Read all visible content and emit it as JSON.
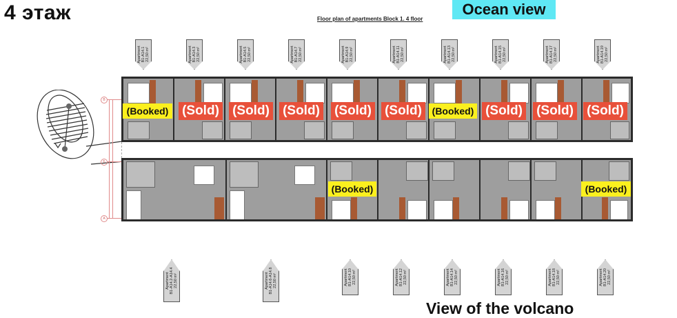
{
  "header": {
    "floor_label": "4 этаж",
    "plan_title": "Floor plan of apartments Block 1. 4 floor",
    "top_view_label": "Ocean view",
    "bottom_view_label": "View of the volcano"
  },
  "colors": {
    "ocean_view_bg": "#5fe8f4",
    "sold_badge": "#e8503a",
    "booked_badge": "#fbf01e",
    "floor_gray": "#9e9e9e",
    "wood": "#a85a33",
    "dimension_red": "#e08a8a"
  },
  "axes": [
    "В",
    "Б",
    "А"
  ],
  "top_tags": [
    {
      "line1": "Apartment",
      "line2": "B1-A14.1",
      "area": "22,50 m²"
    },
    {
      "line1": "Apartment",
      "line2": "B1-A14.3",
      "area": "22,50 m²"
    },
    {
      "line1": "Apartment",
      "line2": "B1-A14.5",
      "area": "22,50 m²"
    },
    {
      "line1": "Apartment",
      "line2": "B1-A14.7",
      "area": "22,50 m²"
    },
    {
      "line1": "Apartment",
      "line2": "B1-A14.9",
      "area": "22,50 m²"
    },
    {
      "line1": "Apartment",
      "line2": "B1-A14.11",
      "area": "22,50 m²"
    },
    {
      "line1": "Apartment",
      "line2": "B1-A14.13",
      "area": "22,50 m²"
    },
    {
      "line1": "Apartment",
      "line2": "B1-A14.15",
      "area": "22,50 m²"
    },
    {
      "line1": "Apartment",
      "line2": "B1-A14.17",
      "area": "22,50 m²"
    },
    {
      "line1": "Apartment",
      "line2": "B1-A14.19",
      "area": "22,50 m²"
    }
  ],
  "bottom_tags": [
    {
      "line1": "Apartment",
      "line2": "B1-A14.2-A14.4",
      "area": "22,50 m²"
    },
    {
      "line1": "Apartment",
      "line2": "B1-A14.6-A14.8",
      "area": "22,50 m²"
    },
    {
      "line1": "Apartment",
      "line2": "B1-A14.10",
      "area": "22,50 m²"
    },
    {
      "line1": "Apartment",
      "line2": "B1-A14.12",
      "area": "22,50 m²"
    },
    {
      "line1": "Apartment",
      "line2": "B1-A14.14",
      "area": "22,50 m²"
    },
    {
      "line1": "Apartment",
      "line2": "B1-A14.16",
      "area": "22,50 m²"
    },
    {
      "line1": "Apartment",
      "line2": "B1-A14.18",
      "area": "22,50 m²"
    },
    {
      "line1": "Apartment",
      "line2": "B1-A14.20",
      "area": "22,50 m²"
    }
  ],
  "top_units": [
    {
      "id": "B1-A14.1",
      "status": "(Booked)"
    },
    {
      "id": "B1-A14.3",
      "status": "(Sold)"
    },
    {
      "id": "B1-A14.5",
      "status": "(Sold)"
    },
    {
      "id": "B1-A14.7",
      "status": "(Sold)"
    },
    {
      "id": "B1-A14.9",
      "status": "(Sold)"
    },
    {
      "id": "B1-A14.11",
      "status": "(Sold)"
    },
    {
      "id": "B1-A14.13",
      "status": "(Booked)"
    },
    {
      "id": "B1-A14.15",
      "status": "(Sold)"
    },
    {
      "id": "B1-A14.17",
      "status": "(Sold)"
    },
    {
      "id": "B1-A14.19",
      "status": "(Sold)"
    }
  ],
  "bottom_units": [
    {
      "id": "B1-A14.2-A14.4",
      "status": ""
    },
    {
      "id": "B1-A14.6-A14.8",
      "status": ""
    },
    {
      "id": "B1-A14.10",
      "status": "(Booked)"
    },
    {
      "id": "B1-A14.12",
      "status": ""
    },
    {
      "id": "B1-A14.14",
      "status": ""
    },
    {
      "id": "B1-A14.16",
      "status": ""
    },
    {
      "id": "B1-A14.18",
      "status": ""
    },
    {
      "id": "B1-A14.20",
      "status": "(Booked)"
    }
  ]
}
